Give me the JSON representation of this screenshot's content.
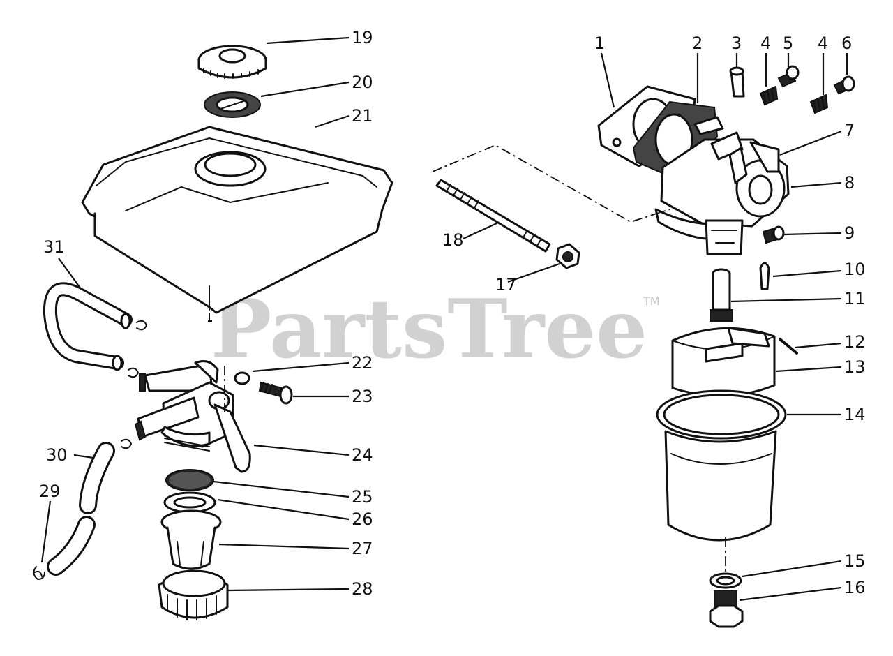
{
  "watermark": {
    "brand": "PartsTree",
    "trademark": "TM"
  },
  "callouts": {
    "c1": "1",
    "c2": "2",
    "c3": "3",
    "c4a": "4",
    "c5": "5",
    "c4b": "4",
    "c6": "6",
    "c7": "7",
    "c8": "8",
    "c9": "9",
    "c10": "10",
    "c11": "11",
    "c12": "12",
    "c13": "13",
    "c14": "14",
    "c15": "15",
    "c16": "16",
    "c17": "17",
    "c18": "18",
    "c19": "19",
    "c20": "20",
    "c21": "21",
    "c22": "22",
    "c23": "23",
    "c24": "24",
    "c25": "25",
    "c26": "26",
    "c27": "27",
    "c28": "28",
    "c29": "29",
    "c30": "30",
    "c31": "31"
  }
}
